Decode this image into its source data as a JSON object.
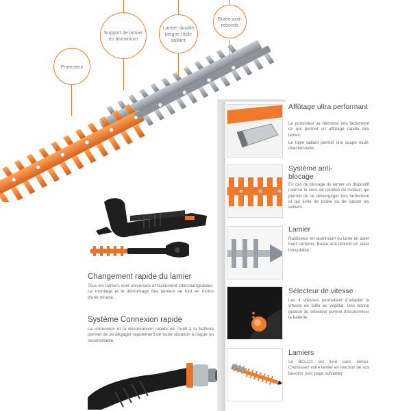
{
  "callouts": {
    "protecteur": "Protecteur",
    "support": "Support de lamier en aluminium",
    "lamier": "Lamier double peigne triple taillant",
    "butee": "Butée anti-rebonds"
  },
  "features": [
    {
      "title": "Affûtage ultra performant",
      "paragraphs": [
        "Le protecteur se démonte très facilement ce qui permet un affûtage rapide des lames.",
        "Le triple taillant permet une coupe multi-directionnelle."
      ]
    },
    {
      "title": "Système anti-blocage",
      "paragraphs": [
        "En cas de blocage du lamier un dispositif inverse le sens de rotation du moteur, qui permet de se désengager très facilement et qui évite de tordre ou de casser les lamiers."
      ]
    },
    {
      "title": "Lamier",
      "paragraphs": [
        "Raidisseur en aluminium ou lame en acier haut carbone; Butée anti-rebond en acier inoxydable."
      ]
    },
    {
      "title": "Sélecteur de vitesse",
      "paragraphs": [
        "Les 4 vitesses permettent d'adapter la vitesse de taille au végétal. Une bonne gestion du sélecteur permet d'économiser la batterie."
      ]
    },
    {
      "title": "Lamiers",
      "paragraphs": [
        "Le BCL111 est livré sans lamier. Choisissez votre lamier en fonction de vos besoins (voir page suivante)."
      ]
    }
  ],
  "sections": [
    {
      "title": "Changement rapide du lamier",
      "body": "Tous les lamiers sont universels et facilement interchangeables. Le montage et le démontage des lamiers se font en moins d'une minute."
    },
    {
      "title": "Système Connexion rapide",
      "body": "La connexion et la déconnexion rapide de l'outil à la batterie permet de se dégager rapidement de toute situation à risque ou inconfortable."
    }
  ],
  "colors": {
    "accent": "#f07a2a",
    "blade_grey": "#9aa0a6",
    "dark": "#1e1e1e"
  }
}
